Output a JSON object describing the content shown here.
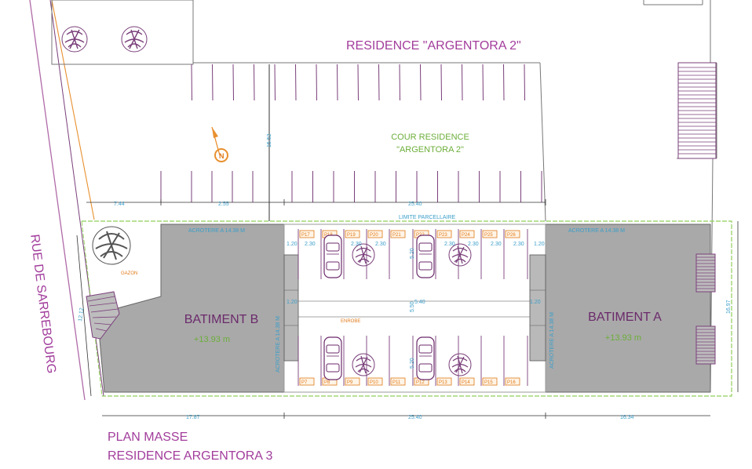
{
  "title_top": "RESIDENCE  \"ARGENTORA 2\"",
  "street": "RUE DE SARREBOURG",
  "courtyard": [
    "COUR  RESIDENCE",
    "\"ARGENTORA 2\""
  ],
  "limit_label": "LIMITE PARCELLAIRE",
  "lawn_label": "GAZON",
  "paving_label": "ENROBE",
  "building_b": {
    "name": "BATIMENT B",
    "height": "+13.93 m",
    "acrotere_top": "ACROTERE A 14.38 M",
    "acrotere_side": "ACROTERE A 14.38 M"
  },
  "building_a": {
    "name": "BATIMENT A",
    "height": "+13.93 m",
    "acrotere_top": "ACROTERE A 14.38 M",
    "acrotere_side": "ACROTERE A 14.38 M"
  },
  "plan_title": [
    "PLAN MASSE",
    "RESIDENCE  ARGENTORA 3"
  ],
  "dims": {
    "d744": "7.44",
    "d255": "2.55",
    "d2540_top": "25.40",
    "d1552": "15.52",
    "d1787": "17.87",
    "d2540_bot": "25.40",
    "d1634": "16.34",
    "d1212": "12.12",
    "d1697": "16.97",
    "d120a": "1.20",
    "d120b": "1.20",
    "d120c": "1.20",
    "d120d": "1.20",
    "d230": [
      "2.30",
      "2.30",
      "2.30",
      "2.30",
      "2.30",
      "2.30",
      "2.30"
    ],
    "d520a": "5.20",
    "d520b": "5.20",
    "d550": "5.50",
    "d540": "5.40"
  },
  "parking_top": [
    "P17",
    "P18",
    "P19",
    "P20",
    "P21",
    "P22",
    "P23",
    "P24",
    "P25",
    "P26"
  ],
  "parking_bottom": [
    "P7",
    "P8",
    "P9",
    "P10",
    "P11",
    "P12",
    "P13",
    "P14",
    "P15",
    "P16"
  ]
}
